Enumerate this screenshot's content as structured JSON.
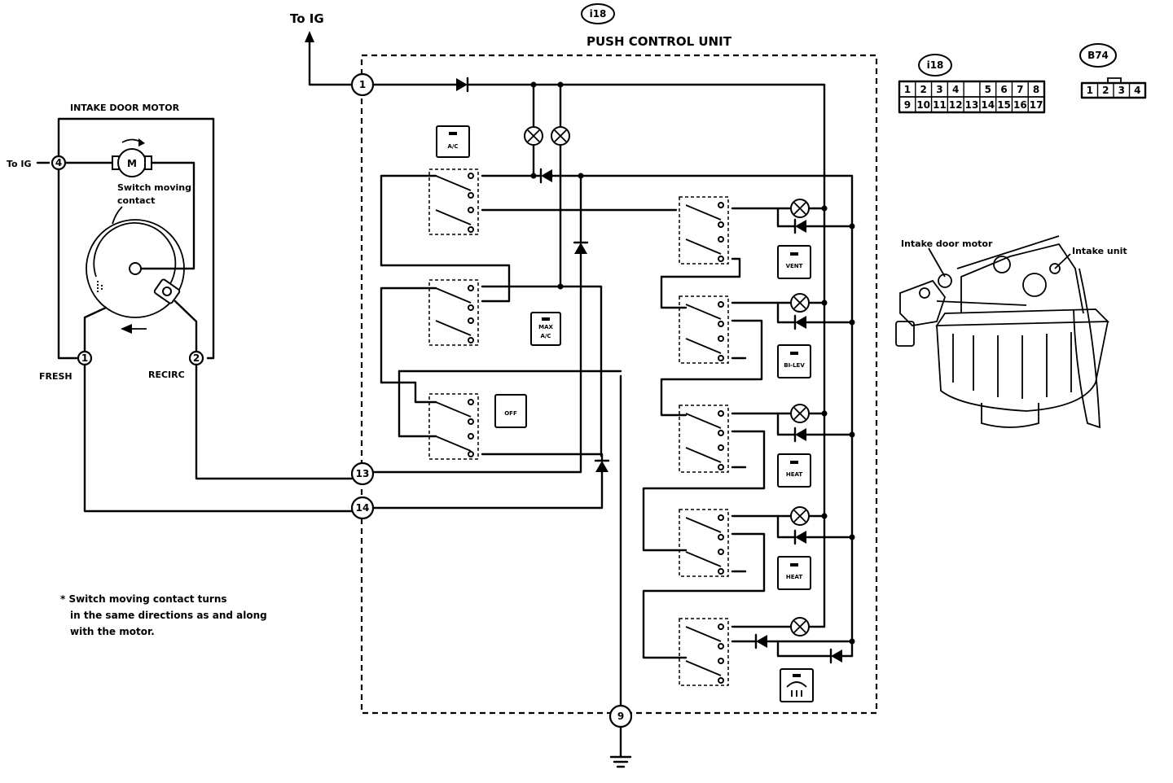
{
  "unit": {
    "connector_id": "i18",
    "title": "PUSH CONTROL UNIT",
    "to_ig": "To IG",
    "terminals": [
      "1",
      "13",
      "14",
      "9"
    ]
  },
  "motor": {
    "title": "INTAKE DOOR MOTOR",
    "to_ig": "To IG",
    "motor_symbol": "M",
    "terminal_4": "4",
    "terminal_1": "1",
    "terminal_2": "2",
    "switch_label_line1": "Switch moving",
    "switch_label_line2": "contact",
    "fresh": "FRESH",
    "recirc": "RECIRC"
  },
  "buttons": {
    "ac": "A/C",
    "max_ac_line1": "MAX",
    "max_ac_line2": "A/C",
    "off": "OFF",
    "vent": "VENT",
    "bilev": "BI-LEV",
    "heat": "HEAT",
    "heat2": "HEAT",
    "def_icon": "defrost-icon"
  },
  "connectors": {
    "i18_label": "i18",
    "i18_pins": [
      "1",
      "2",
      "3",
      "4",
      "",
      "5",
      "6",
      "7",
      "8",
      "9",
      "10",
      "11",
      "12",
      "13",
      "14",
      "15",
      "16",
      "17"
    ],
    "b74_label": "B74",
    "b74_pins": [
      "1",
      "2",
      "3",
      "4"
    ]
  },
  "illustration": {
    "label_motor": "Intake door motor",
    "label_unit": "Intake unit"
  },
  "note": {
    "line1": "* Switch moving contact turns",
    "line2": "in the same directions as and along",
    "line3": "with the motor."
  }
}
